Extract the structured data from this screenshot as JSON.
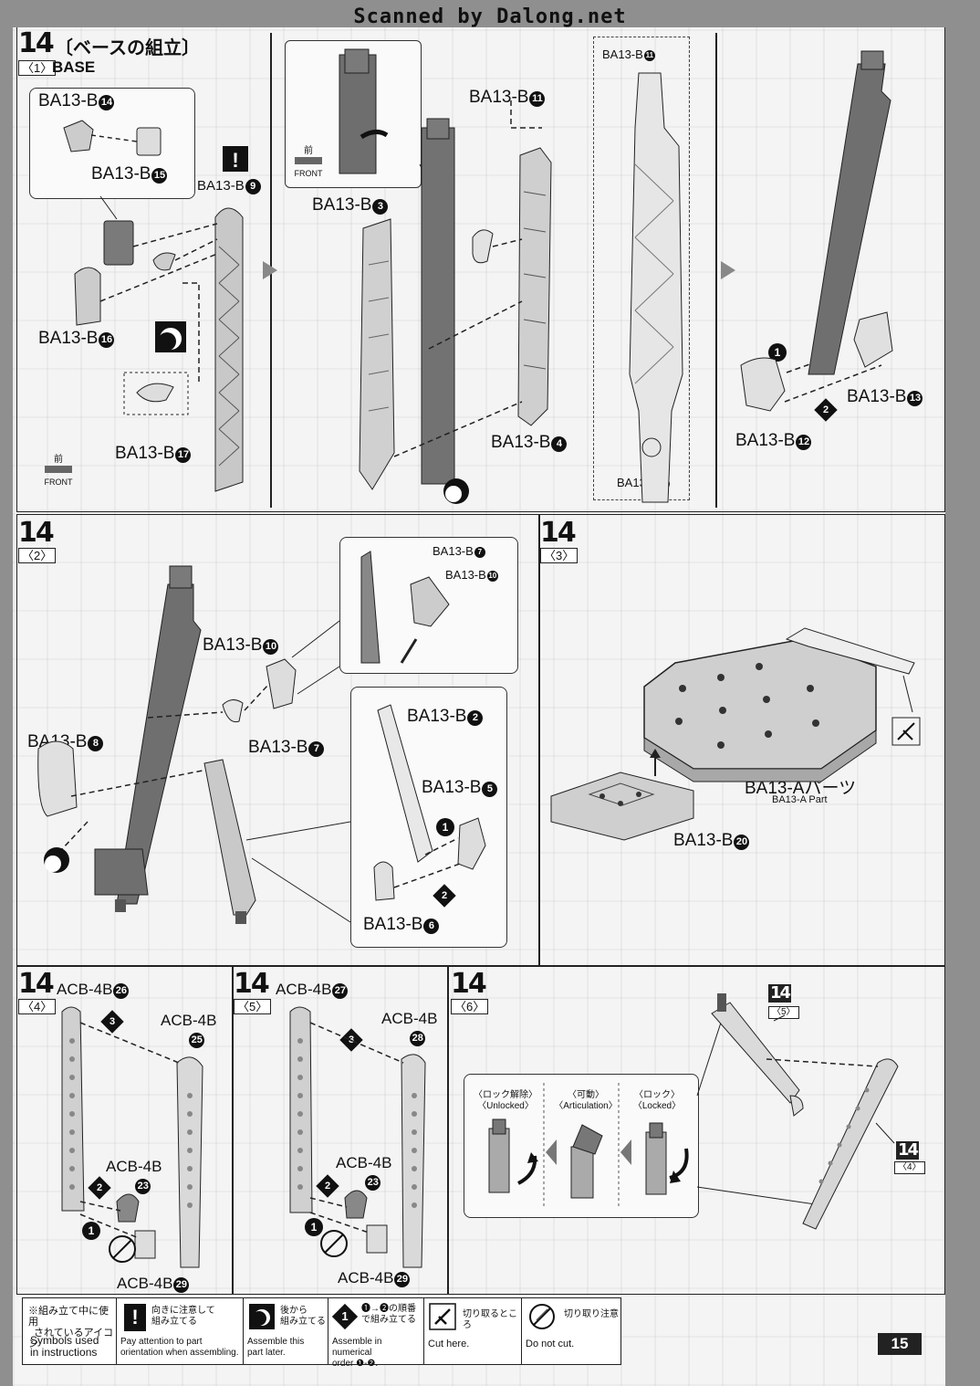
{
  "watermark": "Scanned by Dalong.net",
  "page_number": "15",
  "step14_1": {
    "num": "14",
    "title": "〔ベースの組立〕",
    "sub": "〈1〉",
    "base": "BASE",
    "labels": {
      "b14": {
        "code": "BA13-B",
        "n": "14"
      },
      "b15": {
        "code": "BA13-B",
        "n": "15"
      },
      "b9": {
        "code": "BA13-B",
        "n": "9"
      },
      "b16": {
        "code": "BA13-B",
        "n": "16"
      },
      "b17": {
        "code": "BA13-B",
        "n": "17"
      },
      "b3": {
        "code": "BA13-B",
        "n": "3"
      },
      "b11": {
        "code": "BA13-B",
        "n": "11"
      },
      "b11s": {
        "code": "BA13-B",
        "n": "11"
      },
      "b4": {
        "code": "BA13-B",
        "n": "4"
      },
      "b4s": {
        "code": "BA13-B",
        "n": "4"
      },
      "b13": {
        "code": "BA13-B",
        "n": "13"
      },
      "b12": {
        "code": "BA13-B",
        "n": "12"
      }
    },
    "front_jp": "前",
    "front_en": "FRONT",
    "steps": [
      "1",
      "2"
    ]
  },
  "step14_2": {
    "num": "14",
    "sub": "〈2〉",
    "labels": {
      "b10": {
        "code": "BA13-B",
        "n": "10"
      },
      "b8": {
        "code": "BA13-B",
        "n": "8"
      },
      "b7": {
        "code": "BA13-B",
        "n": "7"
      },
      "b7s": {
        "code": "BA13-B",
        "n": "7"
      },
      "b10s": {
        "code": "BA13-B",
        "n": "10"
      },
      "b2": {
        "code": "BA13-B",
        "n": "2"
      },
      "b5": {
        "code": "BA13-B",
        "n": "5"
      },
      "b6": {
        "code": "BA13-B",
        "n": "6"
      }
    },
    "steps": [
      "1",
      "2"
    ]
  },
  "step14_3": {
    "num": "14",
    "sub": "〈3〉",
    "a_parts": "BA13-Aパーツ",
    "a_parts_en": "BA13-A Part",
    "b20": {
      "code": "BA13-B",
      "n": "20"
    }
  },
  "step14_4": {
    "num": "14",
    "sub": "〈4〉",
    "labels": {
      "a26": {
        "code": "ACB-4B",
        "n": "26"
      },
      "a25_code": "ACB-4B",
      "a25_n": "25",
      "a23": {
        "code": "ACB-4B",
        "n": "23"
      },
      "a29": {
        "code": "ACB-4B",
        "n": "29"
      }
    },
    "steps": [
      "1",
      "2",
      "3"
    ]
  },
  "step14_5": {
    "num": "14",
    "sub": "〈5〉",
    "labels": {
      "a27": {
        "code": "ACB-4B",
        "n": "27"
      },
      "a28_code": "ACB-4B",
      "a28_n": "28",
      "a23": {
        "code": "ACB-4B",
        "n": "23"
      },
      "a29": {
        "code": "ACB-4B",
        "n": "29"
      }
    },
    "steps": [
      "1",
      "2",
      "3"
    ]
  },
  "step14_6": {
    "num": "14",
    "sub": "〈6〉",
    "ref5_num": "14",
    "ref5_sub": "〈5〉",
    "ref4_num": "14",
    "ref4_sub": "〈4〉",
    "states": [
      {
        "jp": "〈ロック解除〉",
        "en": "〈Unlocked〉"
      },
      {
        "jp": "〈可動〉",
        "en": "〈Articulation〉"
      },
      {
        "jp": "〈ロック〉",
        "en": "〈Locked〉"
      }
    ]
  },
  "legend": {
    "title_jp1": "※組み立て中に使用",
    "title_jp2": "されているアイコン",
    "title_en1": "Symbols used",
    "title_en2": "in instructions",
    "items": [
      {
        "jp1": "向きに注意して",
        "jp2": "組み立てる",
        "en1": "Pay attention to part",
        "en2": "orientation when assembling."
      },
      {
        "jp1": "後から",
        "jp2": "組み立てる",
        "en1": "Assemble this",
        "en2": "part later."
      },
      {
        "jp1": "❶→❷の順番",
        "jp2": "で組み立てる",
        "en1": "Assemble in numerical",
        "en2": "order ❶-❷."
      },
      {
        "jp1": "切り取るところ",
        "en1": "Cut here."
      },
      {
        "jp1": "切り取り注意",
        "en1": "Do not cut."
      }
    ]
  },
  "colors": {
    "part_dark": "#6e6e6e",
    "part_mid": "#a9a9a9",
    "part_light": "#d6d6d6",
    "ink": "#111111"
  }
}
